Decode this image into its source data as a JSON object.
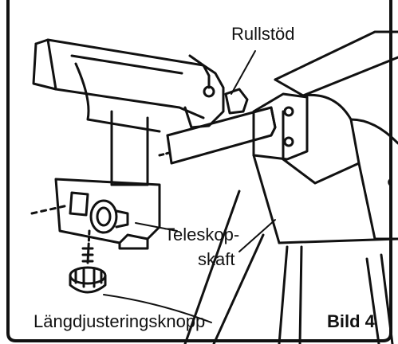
{
  "labels": {
    "roller_support": "Rullstöd",
    "telescopic_shaft_line1": "Teleskop-",
    "telescopic_shaft_line2": "skaft",
    "length_adjust_knob": "Längdjusteringsknopp",
    "figure_number": "Bild 4"
  }
}
